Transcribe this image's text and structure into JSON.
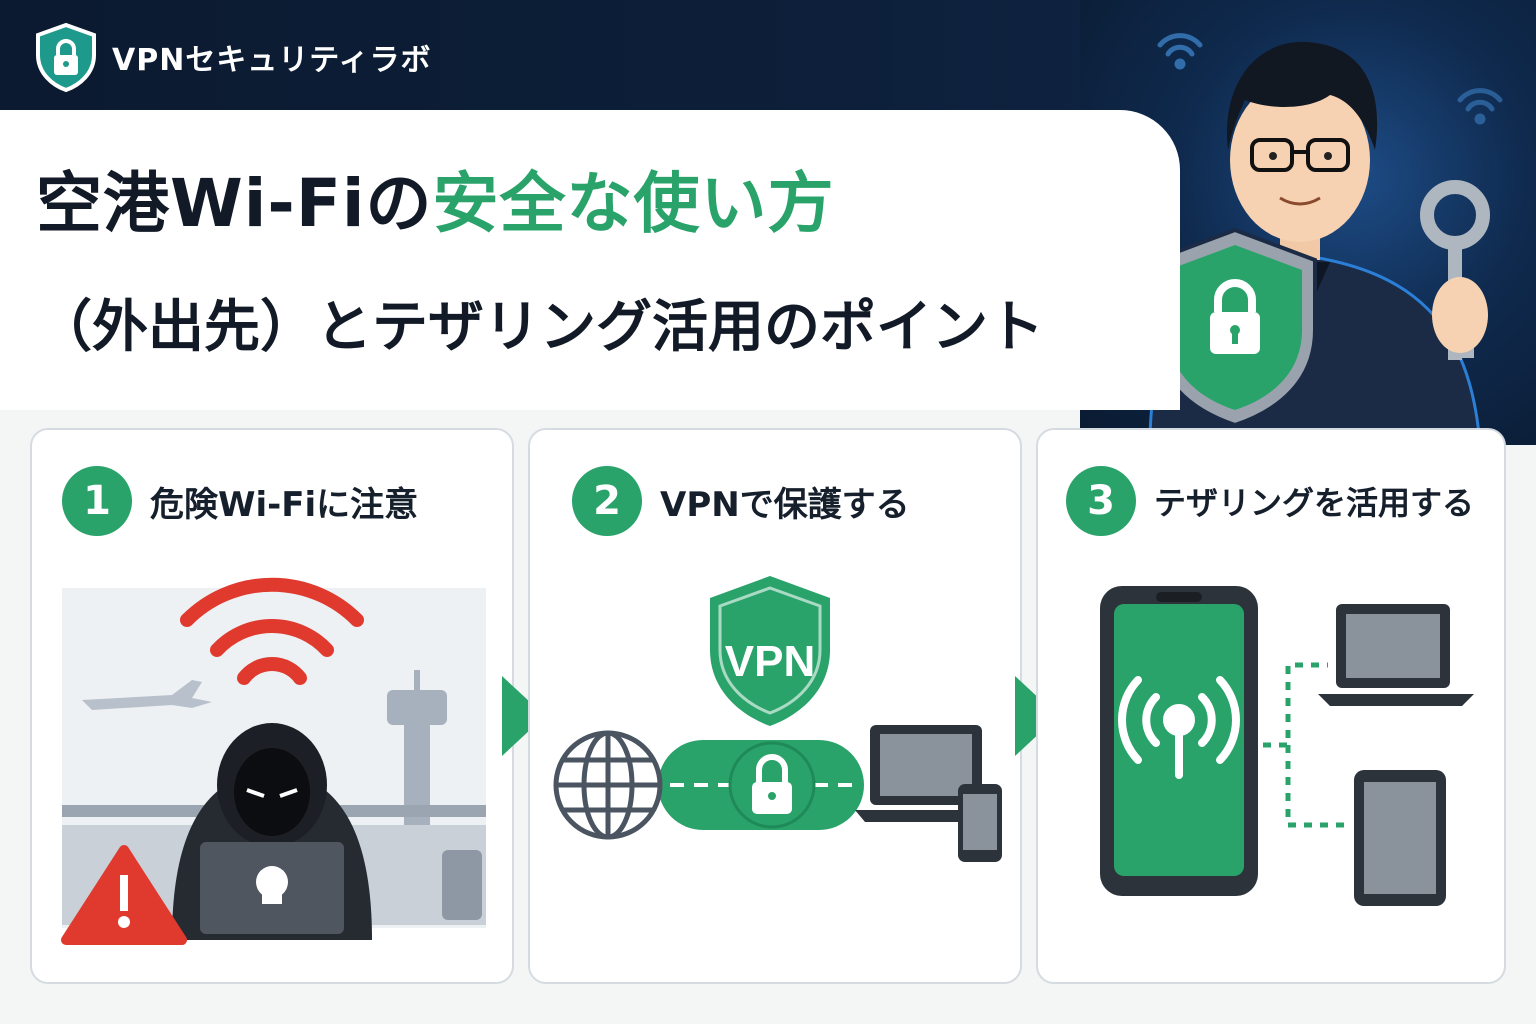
{
  "brand": {
    "name": "VPNセキュリティラボ",
    "icon": "shield-lock-icon"
  },
  "title": {
    "part1": "空港Wi-Fiの",
    "part2": "安全な使い方",
    "line2": "（外出先）とテザリング活用のポイント"
  },
  "steps": [
    {
      "number": "1",
      "title": "危険Wi-Fiに注意"
    },
    {
      "number": "2",
      "title": "VPNで保護する",
      "shield_label": "VPN"
    },
    {
      "number": "3",
      "title": "テザリングを活用する"
    }
  ],
  "colors": {
    "accent": "#2aa36b",
    "navy": "#0b1a30",
    "danger": "#e03a2f"
  }
}
